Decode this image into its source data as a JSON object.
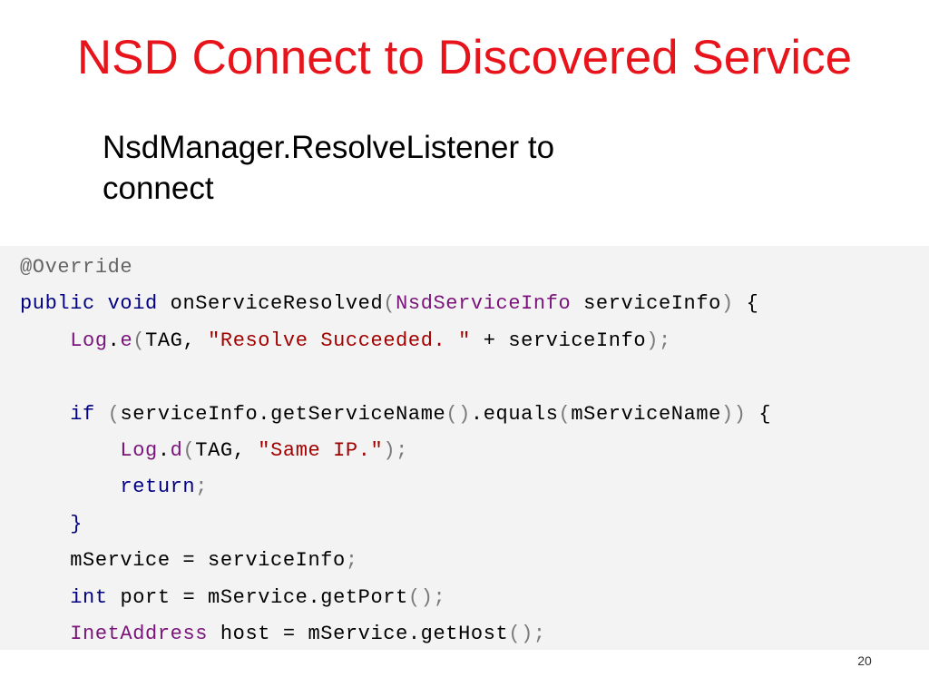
{
  "slide": {
    "title": "NSD Connect to Discovered Service",
    "subtitle": "NsdManager.ResolveListener to connect",
    "page_number": "20"
  },
  "code": {
    "lines": [
      [
        {
          "t": "@Override",
          "c": "annotation"
        }
      ],
      [
        {
          "t": "public void ",
          "c": "kw"
        },
        {
          "t": "onServiceResolved",
          "c": ""
        },
        {
          "t": "(",
          "c": "punct"
        },
        {
          "t": "NsdServiceInfo",
          "c": "cls"
        },
        {
          "t": " serviceInfo",
          "c": ""
        },
        {
          "t": ")",
          "c": "punct"
        },
        {
          "t": " {",
          "c": ""
        }
      ],
      [
        {
          "t": "    ",
          "c": ""
        },
        {
          "t": "Log",
          "c": "cls"
        },
        {
          "t": ".",
          "c": ""
        },
        {
          "t": "e",
          "c": "cls"
        },
        {
          "t": "(",
          "c": "punct"
        },
        {
          "t": "TAG, ",
          "c": ""
        },
        {
          "t": "\"Resolve Succeeded. \"",
          "c": "str"
        },
        {
          "t": " + serviceInfo",
          "c": ""
        },
        {
          "t": ");",
          "c": "punct"
        }
      ],
      [
        {
          "t": "",
          "c": ""
        }
      ],
      [
        {
          "t": "    ",
          "c": ""
        },
        {
          "t": "if",
          "c": "kw"
        },
        {
          "t": " ",
          "c": ""
        },
        {
          "t": "(",
          "c": "punct"
        },
        {
          "t": "serviceInfo.getServiceName",
          "c": ""
        },
        {
          "t": "()",
          "c": "punct"
        },
        {
          "t": ".equals",
          "c": ""
        },
        {
          "t": "(",
          "c": "punct"
        },
        {
          "t": "mServiceName",
          "c": ""
        },
        {
          "t": "))",
          "c": "punct"
        },
        {
          "t": " {",
          "c": ""
        }
      ],
      [
        {
          "t": "        ",
          "c": ""
        },
        {
          "t": "Log",
          "c": "cls"
        },
        {
          "t": ".",
          "c": ""
        },
        {
          "t": "d",
          "c": "cls"
        },
        {
          "t": "(",
          "c": "punct"
        },
        {
          "t": "TAG, ",
          "c": ""
        },
        {
          "t": "\"Same IP.\"",
          "c": "str"
        },
        {
          "t": ");",
          "c": "punct"
        }
      ],
      [
        {
          "t": "        ",
          "c": ""
        },
        {
          "t": "return",
          "c": "kw"
        },
        {
          "t": ";",
          "c": "punct"
        }
      ],
      [
        {
          "t": "    ",
          "c": ""
        },
        {
          "t": "}",
          "c": "kw"
        }
      ],
      [
        {
          "t": "    mService = serviceInfo",
          "c": ""
        },
        {
          "t": ";",
          "c": "punct"
        }
      ],
      [
        {
          "t": "    ",
          "c": ""
        },
        {
          "t": "int",
          "c": "kw"
        },
        {
          "t": " port = mService.getPort",
          "c": ""
        },
        {
          "t": "();",
          "c": "punct"
        }
      ],
      [
        {
          "t": "    ",
          "c": ""
        },
        {
          "t": "InetAddress",
          "c": "cls"
        },
        {
          "t": " host = mService.getHost",
          "c": ""
        },
        {
          "t": "();",
          "c": "punct"
        }
      ]
    ]
  }
}
